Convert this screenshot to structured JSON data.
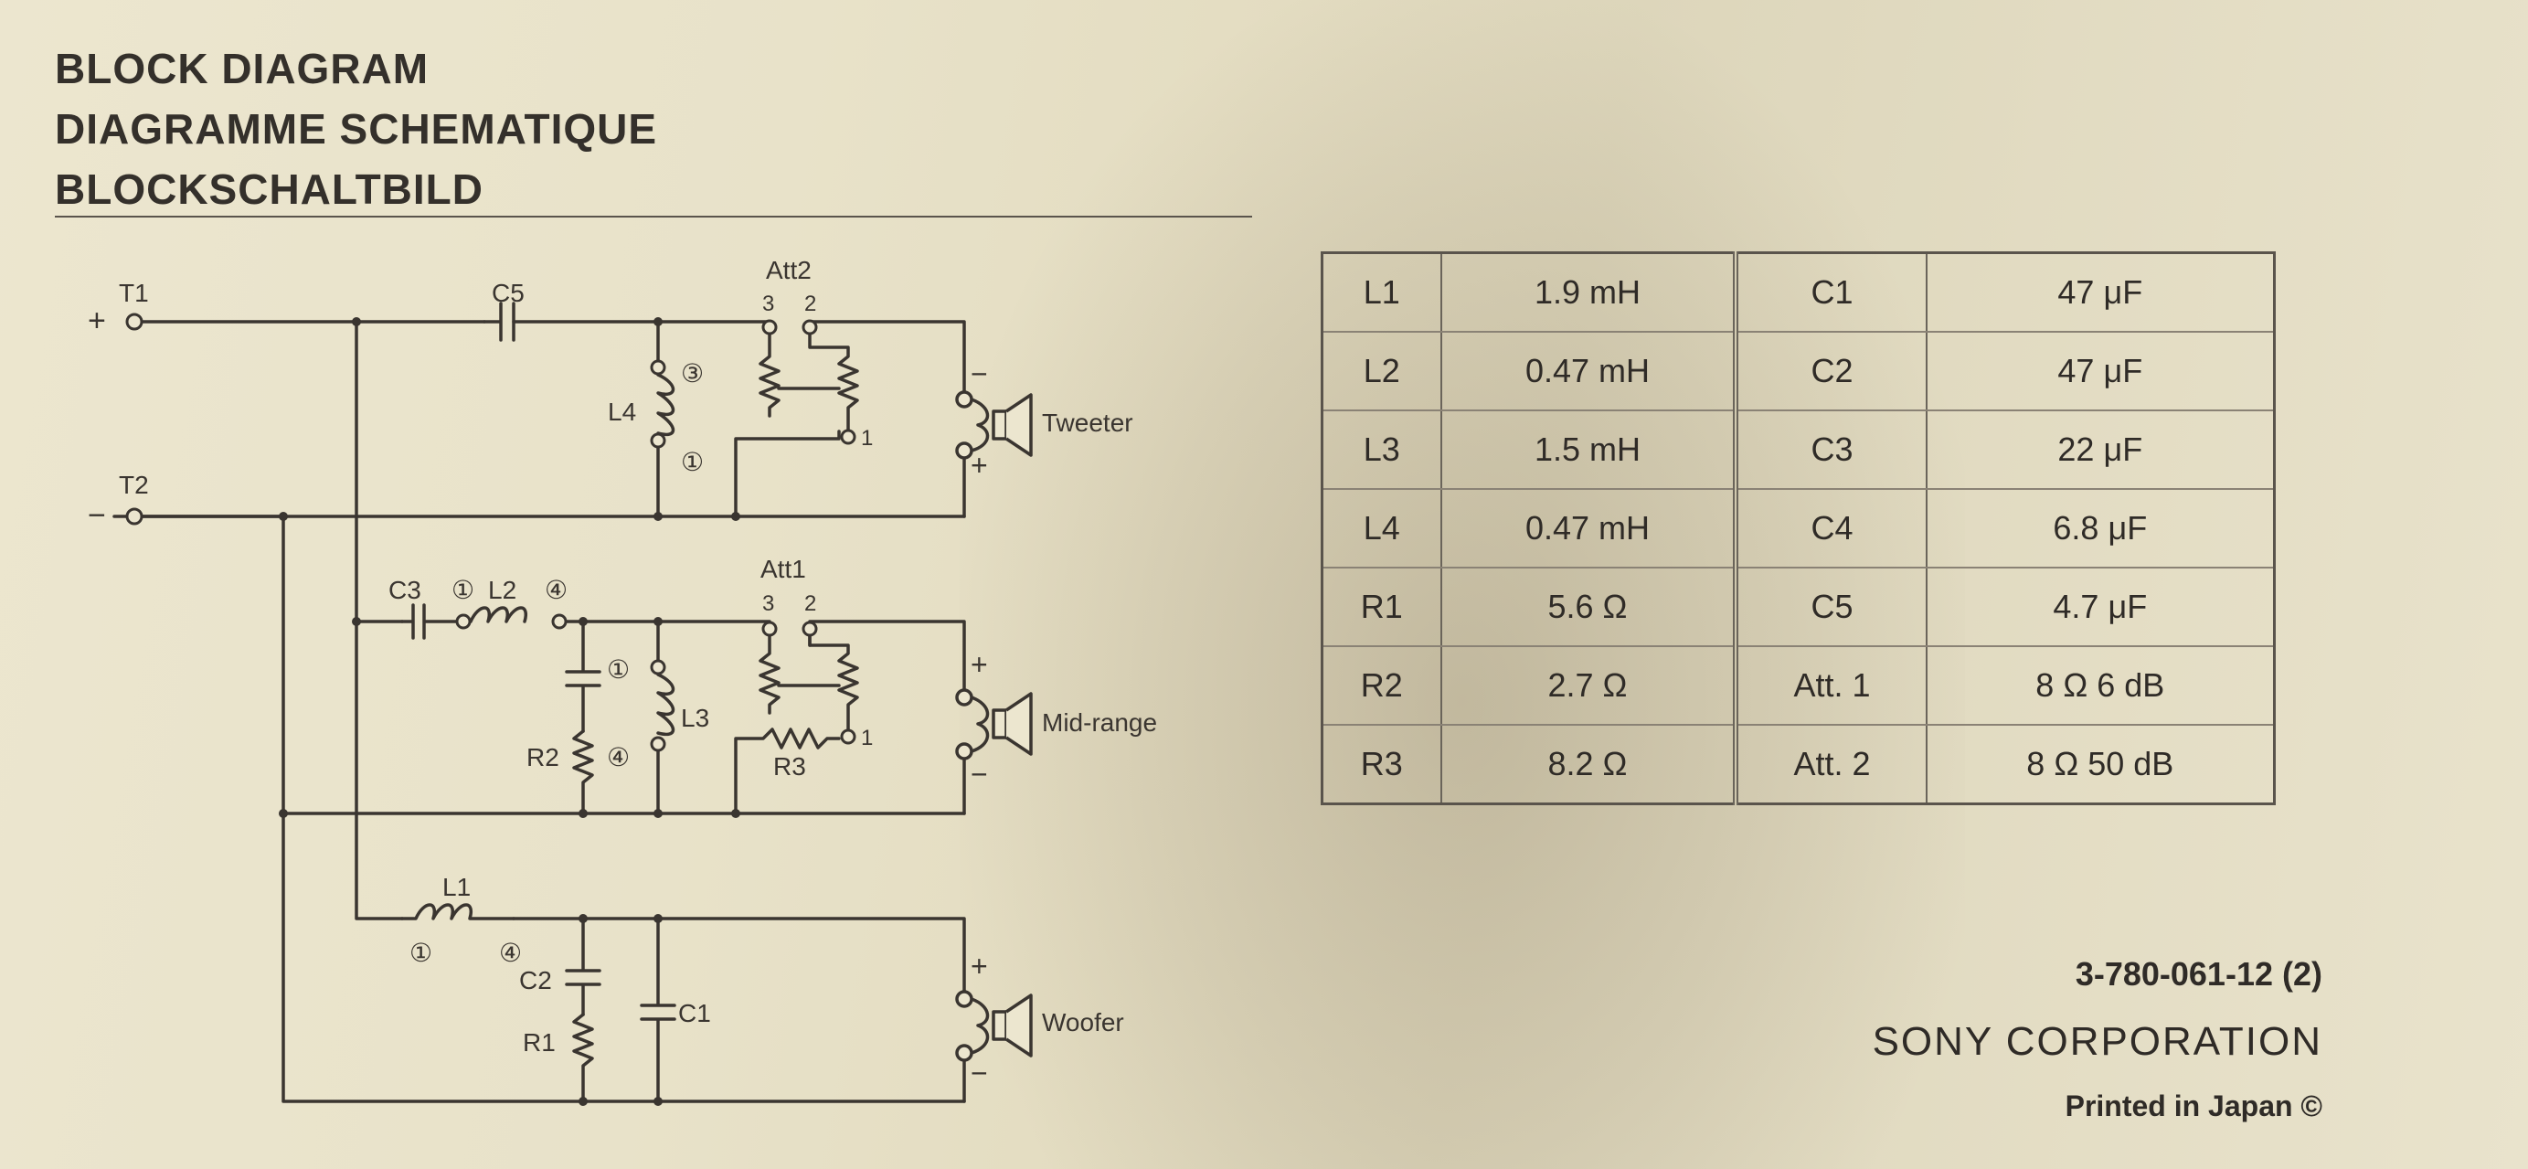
{
  "titles": {
    "en": "BLOCK DIAGRAM",
    "fr": "DIAGRAMME SCHEMATIQUE",
    "de": "BLOCKSCHALTBILD"
  },
  "schematic": {
    "terminals": {
      "t1": {
        "label": "T1",
        "sign": "+"
      },
      "t2": {
        "label": "T2",
        "sign": "−"
      }
    },
    "components": {
      "c5": "C5",
      "c3": "C3",
      "c2": "C2",
      "c1": "C1",
      "l4": "L4",
      "l2": "L2",
      "l3": "L3",
      "l1": "L1",
      "r2": "R2",
      "r3": "R3",
      "r1": "R1",
      "att2": "Att2",
      "att1": "Att1"
    },
    "pins": {
      "p3": "3",
      "p2": "2",
      "p1": "1"
    },
    "circled": {
      "one": "①",
      "three": "③",
      "four": "④"
    },
    "polarity": {
      "plus": "+",
      "minus": "−"
    },
    "drivers": {
      "tweeter": "Tweeter",
      "midrange": "Mid-range",
      "woofer": "Woofer"
    }
  },
  "spec_table": {
    "rows": [
      {
        "part": "L1",
        "value": "1.9 mH",
        "part2": "C1",
        "value2": "47 μF"
      },
      {
        "part": "L2",
        "value": "0.47 mH",
        "part2": "C2",
        "value2": "47 μF"
      },
      {
        "part": "L3",
        "value": "1.5 mH",
        "part2": "C3",
        "value2": "22 μF"
      },
      {
        "part": "L4",
        "value": "0.47 mH",
        "part2": "C4",
        "value2": "6.8 μF"
      },
      {
        "part": "R1",
        "value": "5.6 Ω",
        "part2": "C5",
        "value2": "4.7 μF"
      },
      {
        "part": "R2",
        "value": "2.7 Ω",
        "part2": "Att. 1",
        "value2": "8 Ω   6 dB"
      },
      {
        "part": "R3",
        "value": "8.2 Ω",
        "part2": "Att. 2",
        "value2": "8 Ω 50 dB"
      }
    ]
  },
  "footer": {
    "code": "3-780-061-12  (2)",
    "corp": "SONY CORPORATION",
    "printed": "Printed in Japan ©"
  }
}
